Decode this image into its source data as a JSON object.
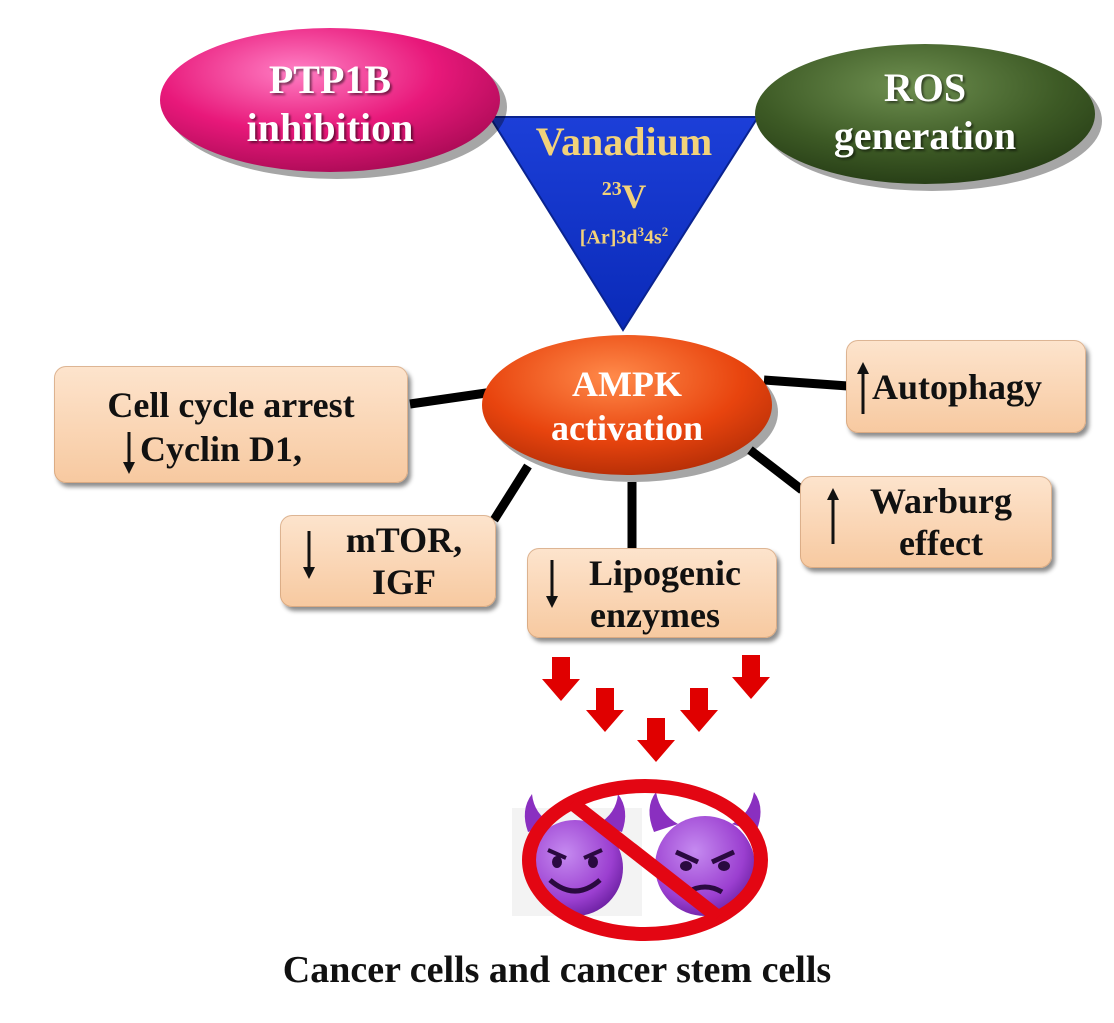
{
  "center": {
    "element": "Vanadium",
    "mass_number": "23",
    "symbol": "V",
    "config_base": "[Ar]3d",
    "config_d": "3",
    "config_mid": "4s",
    "config_s": "2"
  },
  "left_oval": {
    "line1": "PTP1B",
    "line2": "inhibition"
  },
  "right_oval": {
    "line1": "ROS",
    "line2": "generation"
  },
  "hub": {
    "line1": "AMPK",
    "line2": "activation"
  },
  "effects": {
    "cell_cycle": {
      "line1": "Cell cycle arrest",
      "line2": "Cyclin D1,"
    },
    "mtor": {
      "line1": "mTOR,",
      "line2": "IGF"
    },
    "lipogenic": {
      "line1": "Lipogenic",
      "line2": "enzymes"
    },
    "warburg": {
      "line1": "Warburg",
      "line2": "effect"
    },
    "autophagy": {
      "line1": "Autophagy"
    }
  },
  "footer": "Cancer cells and cancer stem cells",
  "colors": {
    "ptp1b": "#e8187a",
    "ros": "#3d5a25",
    "triangle": "#1036c8",
    "vanadium_text": "#f2d27a",
    "ampk": "#e8440e",
    "box": "#f9d2ae",
    "red_arrow": "#e00000",
    "prohibit": "#e30613",
    "devil": "#9b3fd0"
  },
  "icons": [
    "smiling-devil-icon",
    "angry-devil-icon",
    "prohibition-icon",
    "down-arrow-icon",
    "up-arrow-icon"
  ]
}
